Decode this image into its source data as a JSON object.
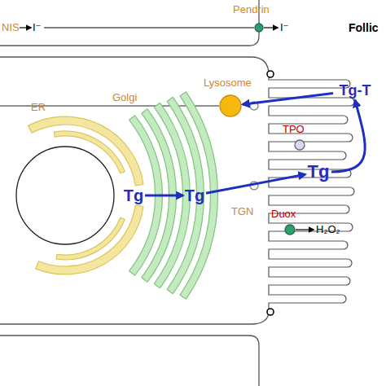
{
  "diagram": {
    "nodes": [
      {
        "text": [
          "Pendrin"
        ]
      },
      {
        "text": [
          "Lysosome"
        ]
      },
      {
        "text": [
          "Tg-T"
        ]
      },
      {
        "text": [
          "ER"
        ]
      },
      {
        "text": [
          "Golgi"
        ]
      },
      {
        "text": [
          "Tg"
        ]
      },
      {
        "text": [
          "Tg"
        ]
      },
      {
        "text": [
          "TPO"
        ]
      },
      {
        "text": [
          "Tg"
        ]
      },
      {
        "text": [
          "Duox"
        ]
      }
    ],
    "edges": [
      {
        "from": 5,
        "to": 6,
        "arrow": "to"
      },
      {
        "from": 6,
        "to": 8,
        "arrow": "to"
      },
      {
        "from": 8,
        "to": 2,
        "arrow": "to"
      },
      {
        "from": 2,
        "to": 1,
        "arrow": "to"
      }
    ],
    "labels": [
      "NIS",
      "I⁻",
      "I⁻",
      "Follic",
      "TGN",
      "H₂O₂"
    ]
  }
}
